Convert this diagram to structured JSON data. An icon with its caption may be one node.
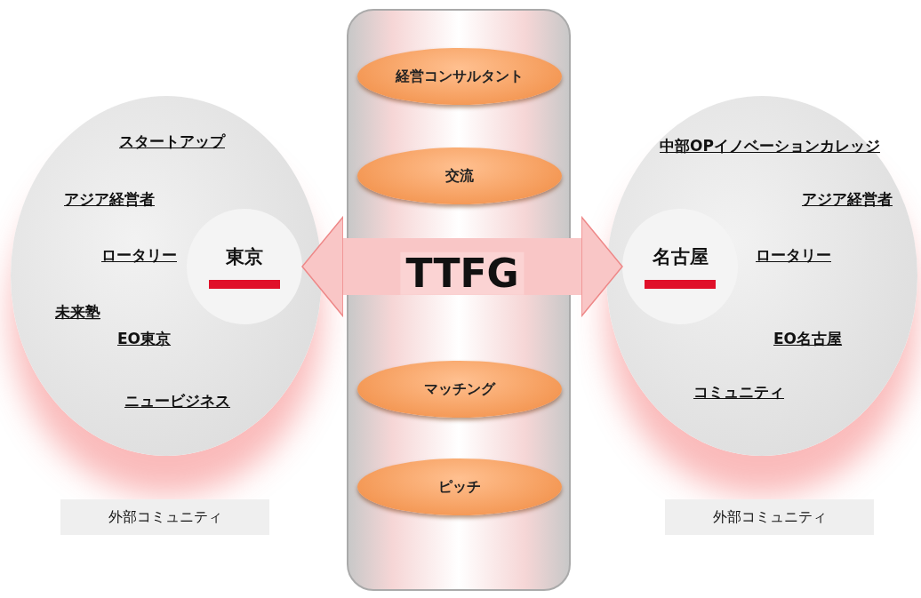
{
  "diagram": {
    "nodes": [
      {
        "text": [
          "スタートアップ",
          "アジア経営者",
          "ロータリー",
          "未来塾",
          "EO東京",
          "ニュービジネス"
        ]
      },
      {
        "text": [
          "東京"
        ],
        "in": 0
      },
      {
        "text": [
          "外部コミュニティ"
        ]
      },
      {
        "text": [],
        "shape": "box"
      },
      {
        "text": [
          "経営コンサルタント"
        ],
        "in": 3
      },
      {
        "text": [
          "交流"
        ],
        "in": 3
      },
      {
        "text": [
          "マッチング"
        ],
        "in": 3
      },
      {
        "text": [
          "ピッチ"
        ],
        "in": 3
      },
      {
        "text": [
          "中部OPイノベーションカレッジ",
          "アジア経営者",
          "ロータリー",
          "EO名古屋",
          "コミュニティ"
        ]
      },
      {
        "text": [
          "名古屋"
        ],
        "in": 8
      },
      {
        "text": [
          "外部コミュニティ"
        ]
      }
    ],
    "edges": [
      {
        "from": 1,
        "to": 9,
        "arrow": "both",
        "label": "TTFG"
      }
    ]
  }
}
